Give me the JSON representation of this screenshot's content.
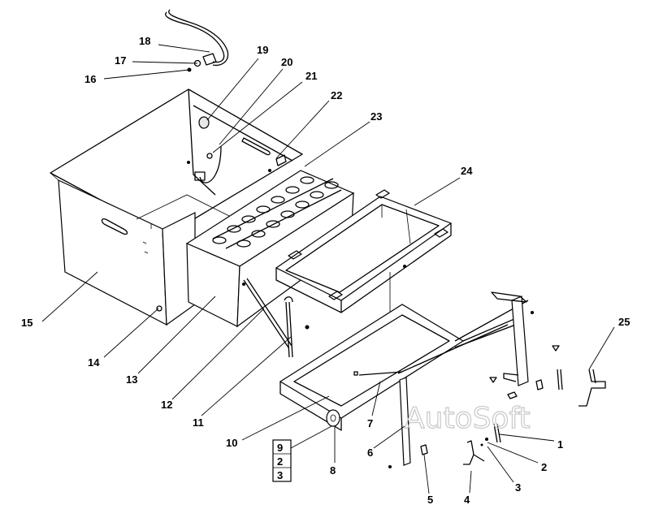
{
  "callouts": {
    "c1": "1",
    "c2": "2",
    "c3": "3",
    "c4": "4",
    "c5": "5",
    "c6": "6",
    "c7": "7",
    "c8": "8",
    "c9": "9",
    "c10": "10",
    "c11": "11",
    "c12": "12",
    "c13": "13",
    "c14": "14",
    "c15": "15",
    "c16": "16",
    "c17": "17",
    "c18": "18",
    "c19": "19",
    "c20": "20",
    "c21": "21",
    "c22": "22",
    "c23": "23",
    "c24": "24",
    "c25": "25"
  },
  "kit_box": {
    "row1": "9",
    "row2": "2",
    "row3": "3"
  },
  "watermark": "AutoSoft"
}
